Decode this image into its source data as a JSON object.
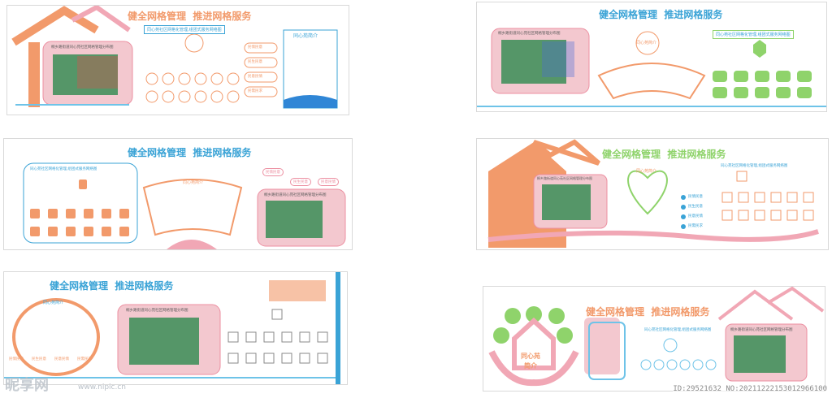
{
  "headline": "健全网格管理  推进网格服务",
  "map_title": "桐乡路街道同心苑社区网格管理分布图",
  "map_title_short": "同心苑社区网格管理分布图",
  "intro_title": "同心苑简介",
  "intro_title_split": [
    "同心苑",
    "简介"
  ],
  "org_title": "同心苑社区网格化管理,组团式服务网络图",
  "labels": [
    "民情民意",
    "民生民意",
    "民意民情",
    "民需民求"
  ],
  "colors": {
    "headline_orange": "#f29a6b",
    "headline_blue": "#3aa3d6",
    "pink": "#f1a7b5",
    "map_bg": "#f3c8cf",
    "green": "#8fd36b"
  },
  "watermark": {
    "brand": "昵享网",
    "url": "www.nipic.cn",
    "id": "ID:29521632 NO:20211222153012966100"
  }
}
